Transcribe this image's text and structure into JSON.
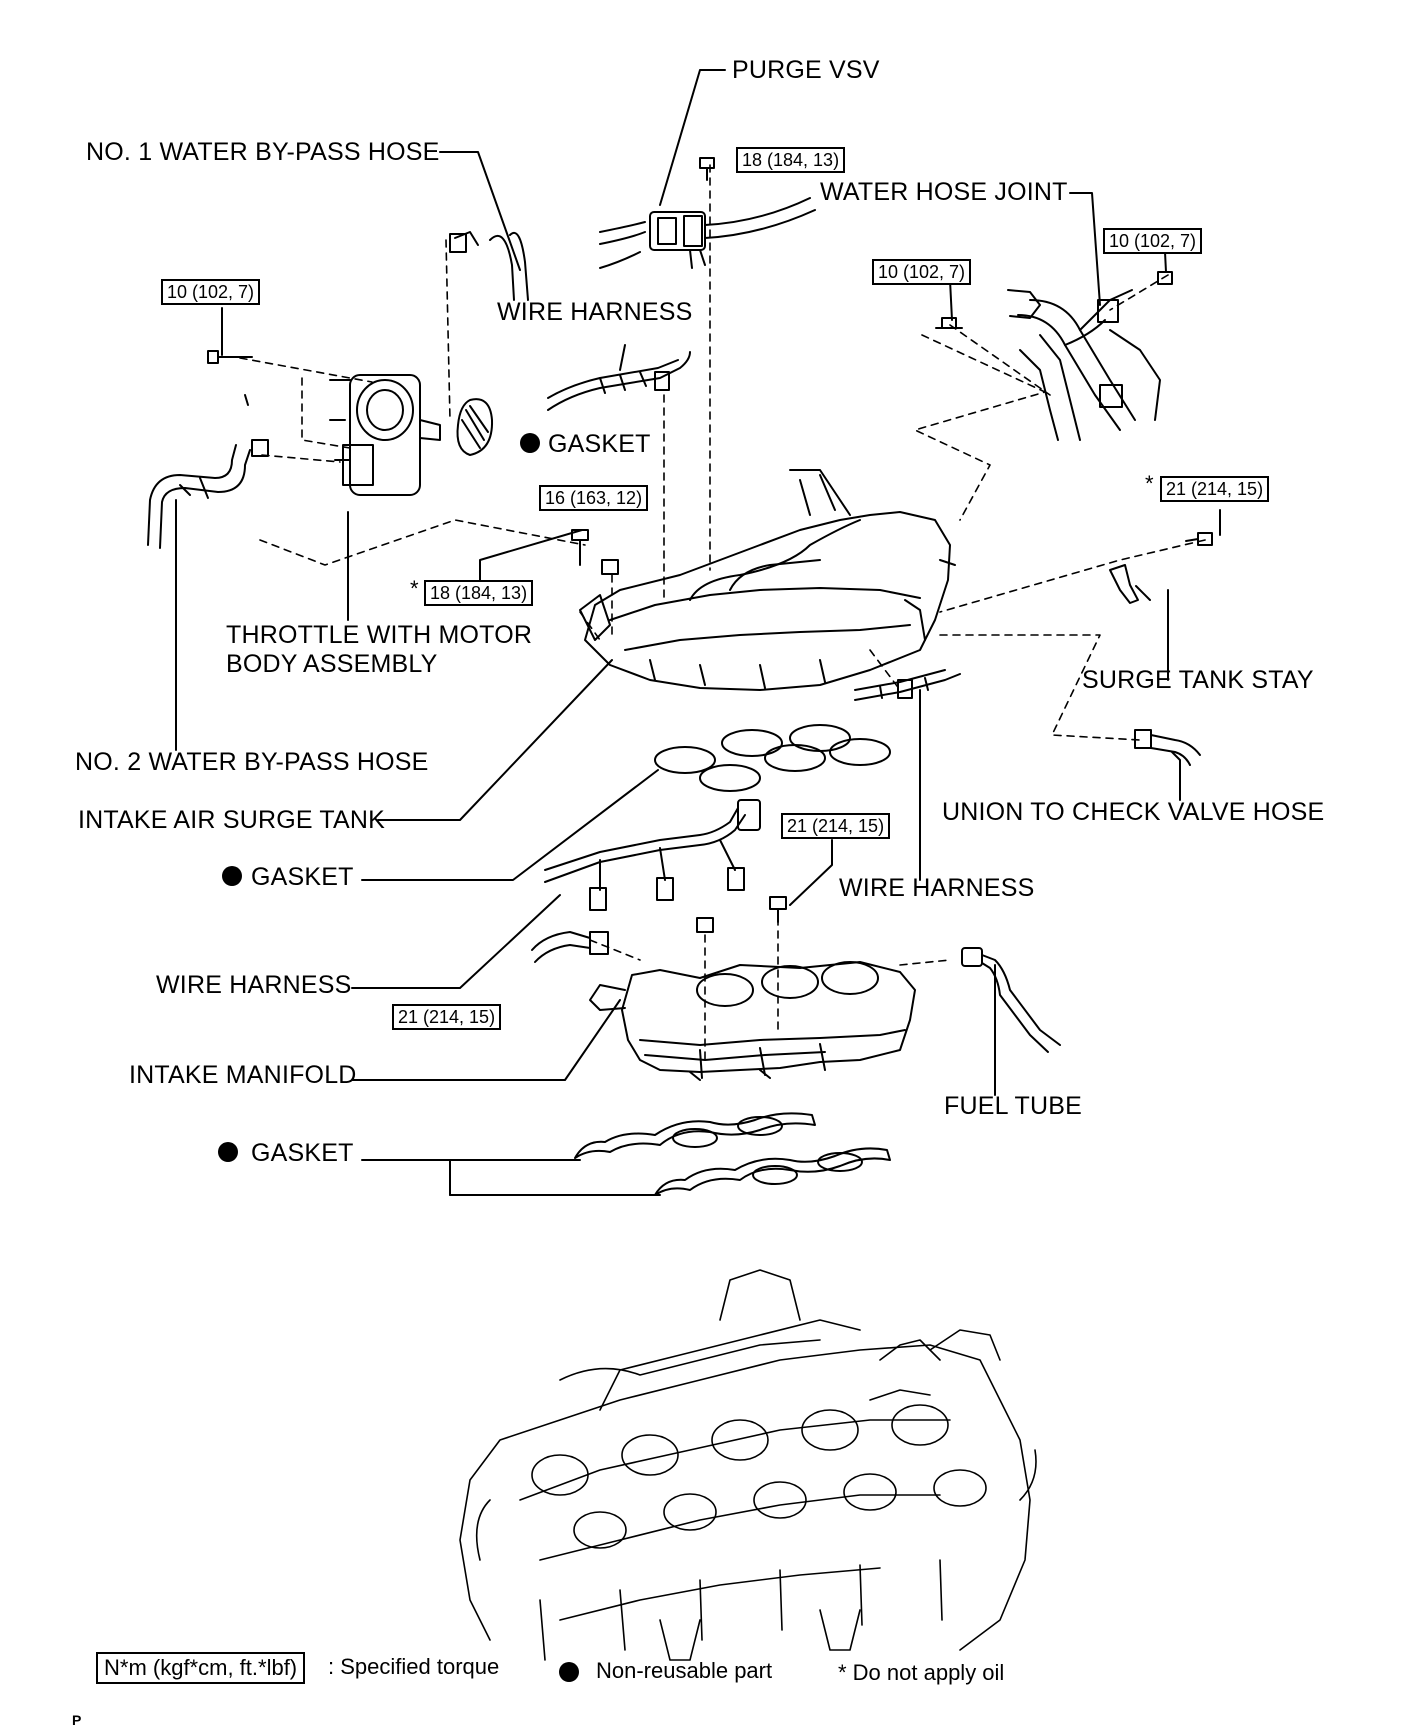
{
  "labels": {
    "purge_vsv": "PURGE VSV",
    "no1_water_bypass_hose": "NO. 1 WATER BY-PASS HOSE",
    "water_hose_joint": "WATER HOSE JOINT",
    "wire_harness_top": "WIRE HARNESS",
    "gasket_throttle": "GASKET",
    "throttle_line1": "THROTTLE WITH MOTOR",
    "throttle_line2": "BODY ASSEMBLY",
    "no2_water_bypass_hose": "NO. 2 WATER BY-PASS HOSE",
    "surge_tank_stay": "SURGE TANK STAY",
    "intake_air_surge_tank": "INTAKE AIR SURGE TANK",
    "union_check_valve_hose": "UNION TO CHECK VALVE HOSE",
    "gasket_middle": "GASKET",
    "wire_harness_right": "WIRE HARNESS",
    "wire_harness_left": "WIRE HARNESS",
    "intake_manifold": "INTAKE MANIFOLD",
    "fuel_tube": "FUEL TUBE",
    "gasket_bottom": "GASKET"
  },
  "torques": {
    "purge_bolt": "18 (184, 13)",
    "throttle_bolt": "10 (102, 7)",
    "water_joint_bolt_a": "10 (102, 7)",
    "water_joint_bolt_b": "10 (102, 7)",
    "surge_nut": "16 (163, 12)",
    "surge_bolt": "18 (184, 13)",
    "stay_bolt": "21 (214, 15)",
    "manifold_bolt": "21 (214, 15)",
    "manifold_nut": "21 (214, 15)"
  },
  "asterisk": "*",
  "legend": {
    "torque_box": "N*m (kgf*cm, ft.*lbf)",
    "torque_text": ": Specified torque",
    "nonreusable": "Non-reusable part",
    "no_oil": "* Do not apply oil"
  },
  "page_mark": "P"
}
